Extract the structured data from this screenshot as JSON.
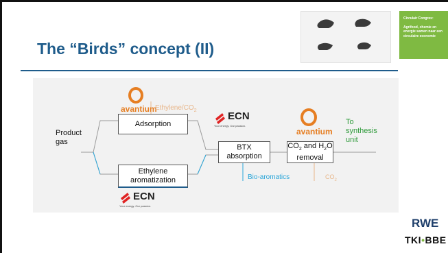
{
  "slide": {
    "title": "The “Birds” concept (II)",
    "badge_title": "Circulair Congres:",
    "badge_text": "Agrifood, chemie en energie samen naar een circulaire economie"
  },
  "diagram": {
    "input_label_1": "Product",
    "input_label_2": "gas",
    "box_adsorption": "Adsorption",
    "box_ethylene_1": "Ethylene",
    "box_ethylene_2": "aromatization",
    "box_btx_1": "BTX",
    "box_btx_2": "absorption",
    "box_co2_removal_2": "removal",
    "ethylene_co2_label": "Ethylene/CO",
    "bio_aromatics_label": "Bio-aromatics",
    "co2_label": "CO",
    "to_synthesis_1": "To",
    "to_synthesis_2": "synthesis",
    "to_synthesis_3": "unit"
  },
  "logos": {
    "avantium": "avantium",
    "ecn": "ECN",
    "ecn_tagline": "Your energy. Our passion.",
    "rwe": "RWE",
    "tki_part1": "TKI",
    "tki_dot": "•",
    "tki_part2": "BBE"
  },
  "colors": {
    "title_blue": "#1f5c8b",
    "avantium_orange": "#e67e22",
    "ecn_red": "#e02424",
    "bio_aromatics_blue": "#2aa6d9",
    "synthesis_green": "#2e9a3a",
    "badge_green": "#7fba42"
  }
}
